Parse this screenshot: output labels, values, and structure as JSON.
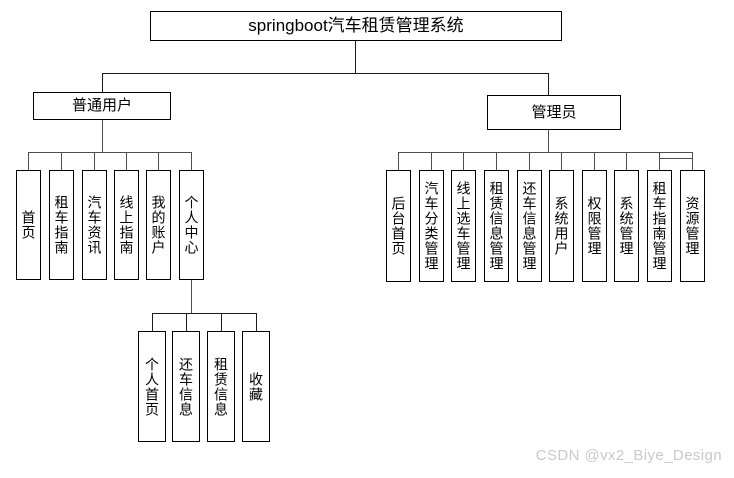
{
  "diagram": {
    "type": "tree",
    "title": "springboot汽车租赁管理系统",
    "root": {
      "label": "springboot汽车租赁管理系统"
    },
    "branches": [
      {
        "key": "user",
        "label": "普通用户",
        "children": [
          {
            "label": "首页"
          },
          {
            "label": "租车指南"
          },
          {
            "label": "汽车资讯"
          },
          {
            "label": "线上指南"
          },
          {
            "label": "我的账户"
          },
          {
            "label": "个人中心",
            "children": [
              {
                "label": "个人首页"
              },
              {
                "label": "还车信息"
              },
              {
                "label": "租赁信息"
              },
              {
                "label": "收藏"
              }
            ]
          }
        ]
      },
      {
        "key": "admin",
        "label": "管理员",
        "children": [
          {
            "label": "后台首页"
          },
          {
            "label": "汽车分类管理"
          },
          {
            "label": "线上选车管理"
          },
          {
            "label": "租赁信息管理"
          },
          {
            "label": "还车信息管理"
          },
          {
            "label": "系统用户"
          },
          {
            "label": "权限管理"
          },
          {
            "label": "系统管理"
          },
          {
            "label": "租车指南管理"
          },
          {
            "label": "资源管理"
          }
        ]
      }
    ]
  },
  "watermark": {
    "text": "CSDN @vx2_Biye_Design"
  },
  "colors": {
    "box_border": "#000000",
    "line": "#4d4d4d",
    "background": "#ffffff",
    "watermark": "#c9c9c9"
  }
}
